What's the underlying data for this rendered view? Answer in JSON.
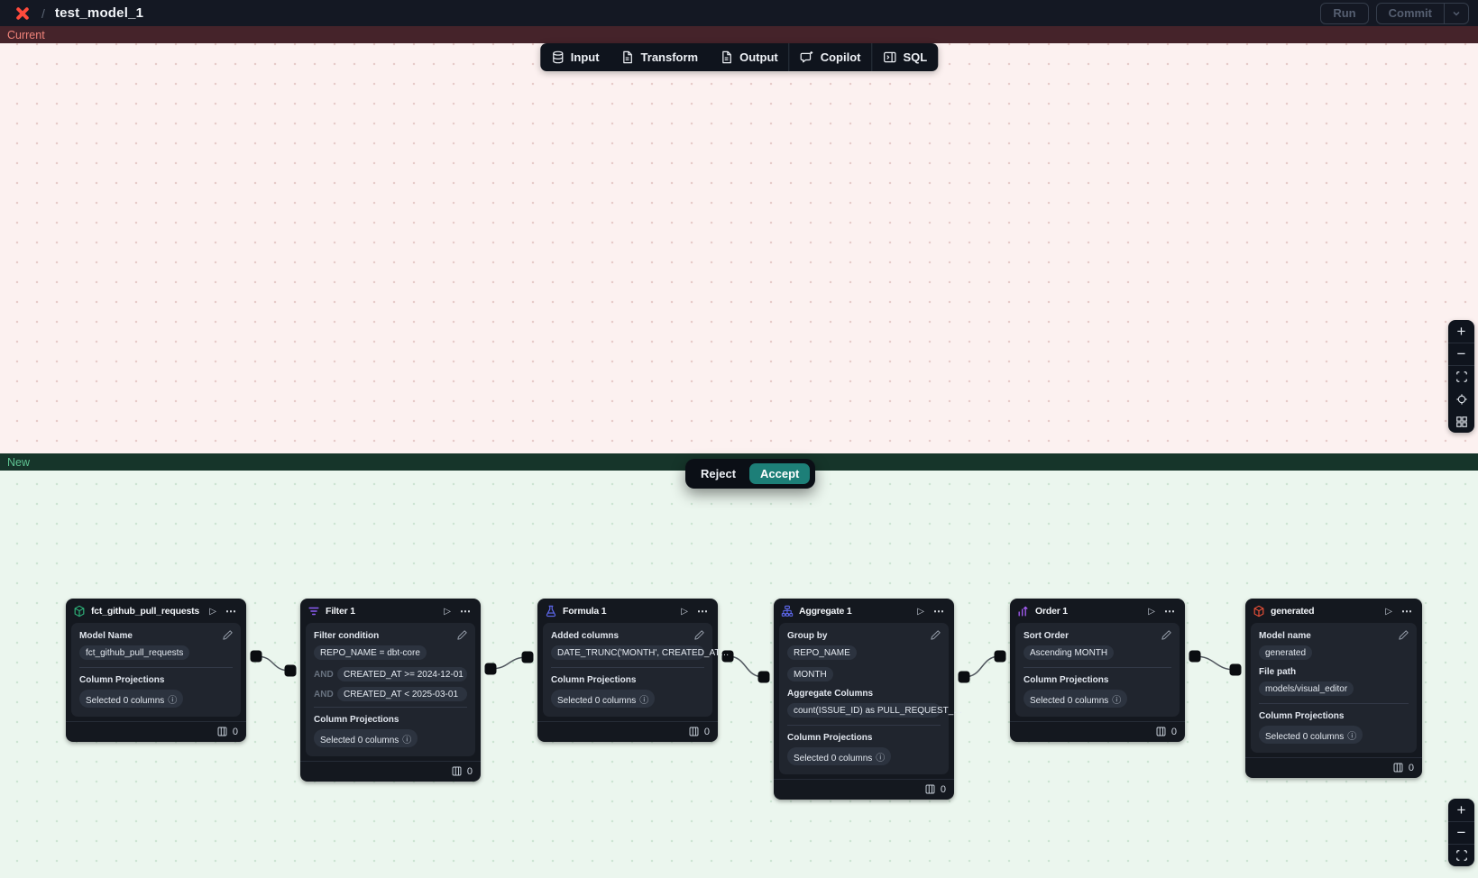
{
  "app": {
    "breadcrumb_separator": "/",
    "title": "test_model_1",
    "run_label": "Run",
    "commit_label": "Commit"
  },
  "toolbar": {
    "input_label": "Input",
    "transform_label": "Transform",
    "output_label": "Output",
    "copilot_label": "Copilot",
    "sql_label": "SQL"
  },
  "panes": {
    "current": {
      "label": "Current"
    },
    "new": {
      "label": "New",
      "reject_label": "Reject",
      "accept_label": "Accept"
    }
  },
  "glyphs": {
    "play": "▷",
    "more": "⋯",
    "info": "ⓘ",
    "zoom_in": "+",
    "zoom_out": "−"
  },
  "colors": {
    "accent_teal": "#1d7f78",
    "dbt_orange": "#ff4a3c",
    "model_icon_green": "#2fb67c",
    "generated_icon_red": "#f05138",
    "filter_icon_purple": "#8b5cf6",
    "formula_icon_indigo": "#5f6af2",
    "aggregate_icon_indigo": "#5f6af2",
    "order_icon_purple": "#a55df5",
    "current_bar_bg": "#45232a",
    "current_bar_text": "#f0837a",
    "new_bar_bg": "#16352a",
    "new_bar_text": "#5fc493"
  },
  "nodes": [
    {
      "title": "fct_github_pull_requests",
      "icon": "model-cube-icon",
      "sections": [
        {
          "label": "Model Name",
          "pills": [
            {
              "text": "fct_github_pull_requests"
            }
          ]
        },
        {
          "label": "Column Projections",
          "pills": [
            {
              "text": "Selected 0 columns",
              "info": true
            }
          ]
        }
      ],
      "footer_count": "0"
    },
    {
      "title": "Filter 1",
      "icon": "filter-icon",
      "sections": [
        {
          "label": "Filter condition",
          "pills": [
            {
              "text": "REPO_NAME = dbt-core"
            },
            {
              "prefix": "AND",
              "text": "CREATED_AT >= 2024-12-01"
            },
            {
              "prefix": "AND",
              "text": "CREATED_AT < 2025-03-01"
            }
          ]
        },
        {
          "label": "Column Projections",
          "pills": [
            {
              "text": "Selected 0 columns",
              "info": true
            }
          ]
        }
      ],
      "footer_count": "0"
    },
    {
      "title": "Formula 1",
      "icon": "formula-flask-icon",
      "sections": [
        {
          "label": "Added columns",
          "pills": [
            {
              "text": "DATE_TRUNC('MONTH', CREATED_AT…"
            }
          ]
        },
        {
          "label": "Column Projections",
          "pills": [
            {
              "text": "Selected 0 columns",
              "info": true
            }
          ]
        }
      ],
      "footer_count": "0"
    },
    {
      "title": "Aggregate 1",
      "icon": "aggregate-icon",
      "sections": [
        {
          "label": "Group by",
          "pills": [
            {
              "text": "REPO_NAME"
            },
            {
              "text": "MONTH"
            }
          ]
        },
        {
          "label": "Aggregate Columns",
          "pills": [
            {
              "text": "count(ISSUE_ID) as PULL_REQUEST_…"
            }
          ]
        },
        {
          "label": "Column Projections",
          "pills": [
            {
              "text": "Selected 0 columns",
              "info": true
            }
          ]
        }
      ],
      "footer_count": "0"
    },
    {
      "title": "Order 1",
      "icon": "sort-icon",
      "sections": [
        {
          "label": "Sort Order",
          "pills": [
            {
              "text": "Ascending MONTH"
            }
          ]
        },
        {
          "label": "Column Projections",
          "pills": [
            {
              "text": "Selected 0 columns",
              "info": true
            }
          ]
        }
      ],
      "footer_count": "0"
    },
    {
      "title": "generated",
      "icon": "model-cube-icon",
      "sections": [
        {
          "label": "Model name",
          "pills": [
            {
              "text": "generated"
            }
          ]
        },
        {
          "label": "File path",
          "pills": [
            {
              "text": "models/visual_editor"
            }
          ]
        },
        {
          "label": "Column Projections",
          "pills": [
            {
              "text": "Selected 0 columns",
              "info": true
            }
          ]
        }
      ],
      "footer_count": "0"
    }
  ],
  "graph": {
    "edges": [
      [
        "fct_github_pull_requests",
        "Filter 1"
      ],
      [
        "Filter 1",
        "Formula 1"
      ],
      [
        "Formula 1",
        "Aggregate 1"
      ],
      [
        "Aggregate 1",
        "Order 1"
      ],
      [
        "Order 1",
        "generated"
      ]
    ]
  }
}
